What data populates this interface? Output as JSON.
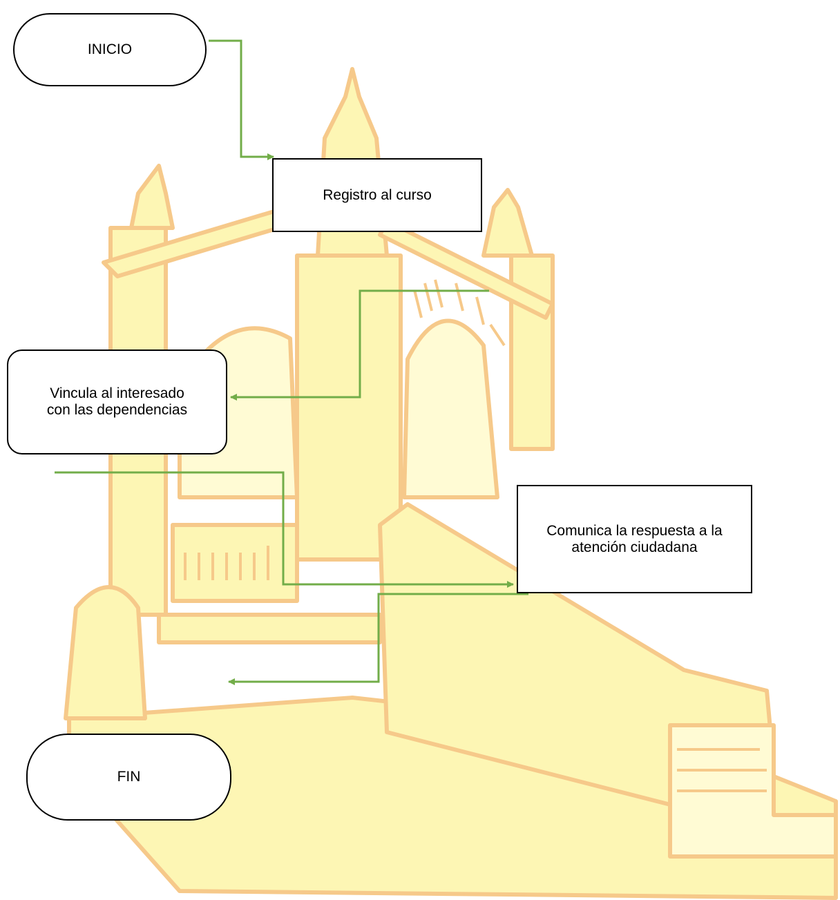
{
  "nodes": {
    "inicio": "INICIO",
    "registro": "Registro al curso",
    "vincula": "Vincula al interesado\ncon las dependencias",
    "comunica": "Comunica la respuesta a la\natención ciudadana",
    "fin": "FIN"
  },
  "colors": {
    "connector": "#72ad49",
    "watermark_fill": "#fdf6b4",
    "watermark_stroke": "#f6c98a"
  },
  "watermark": {
    "icon": "church-building-watermark-icon"
  }
}
